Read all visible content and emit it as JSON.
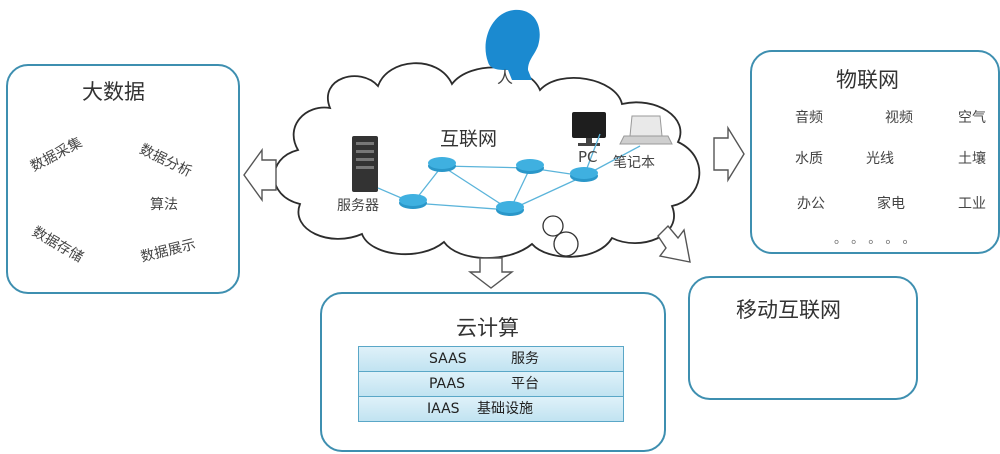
{
  "person": {
    "label": "人"
  },
  "bigdata": {
    "title": "大数据",
    "items": [
      "数据采集",
      "数据分析",
      "算法",
      "数据存储",
      "数据展示"
    ]
  },
  "internet": {
    "title": "互联网",
    "server": "服务器",
    "pc": "PC",
    "laptop": "笔记本"
  },
  "iot": {
    "title": "物联网",
    "items": [
      "音频",
      "视频",
      "空气",
      "水质",
      "光线",
      "土壤",
      "办公",
      "家电",
      "工业"
    ],
    "more": "。 。 。 。 。"
  },
  "cloud": {
    "title": "云计算",
    "rows": [
      {
        "name": "SAAS",
        "desc": "服务"
      },
      {
        "name": "PAAS",
        "desc": "平台"
      },
      {
        "name": "IAAS",
        "desc": "基础设施"
      }
    ]
  },
  "mobile": {
    "title": "移动互联网"
  },
  "colors": {
    "border": "#3e8fb0",
    "router": "#2a97c9",
    "cloud_stroke": "#2c2c2c"
  }
}
